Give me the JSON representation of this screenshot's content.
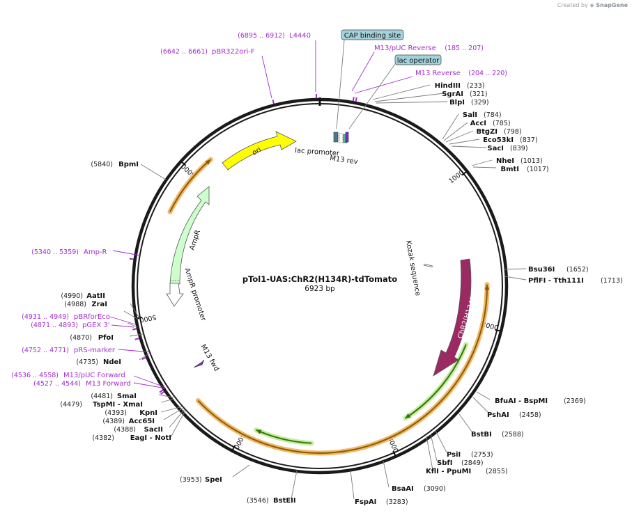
{
  "credit": {
    "prefix": "Created by",
    "brand": "SnapGene"
  },
  "plasmid": {
    "name": "pTol1-UAS:ChR2(H134R)-tdTomato",
    "size_label": "6923 bp",
    "length": 6923
  },
  "ticks": [
    "1000",
    "2000",
    "3000",
    "4000",
    "5000",
    "6000"
  ],
  "enzymes": [
    {
      "name": "HindIII",
      "pos": "(233)"
    },
    {
      "name": "SgrAI",
      "pos": "(321)"
    },
    {
      "name": "BlpI",
      "pos": "(329)"
    },
    {
      "name": "SalI",
      "pos": "(784)"
    },
    {
      "name": "AccI",
      "pos": "(785)"
    },
    {
      "name": "BtgZI",
      "pos": "(798)"
    },
    {
      "name": "Eco53kI",
      "pos": "(837)"
    },
    {
      "name": "SacI",
      "pos": "(839)"
    },
    {
      "name": "NheI",
      "pos": "(1013)"
    },
    {
      "name": "BmtI",
      "pos": "(1017)"
    },
    {
      "name": "Bsu36I",
      "pos": "(1652)"
    },
    {
      "name": "PflFI - Tth111I",
      "pos": "(1713)"
    },
    {
      "name": "BfuAI - BspMI",
      "pos": "(2369)"
    },
    {
      "name": "PshAI",
      "pos": "(2458)"
    },
    {
      "name": "BstBI",
      "pos": "(2588)"
    },
    {
      "name": "PsiI",
      "pos": "(2753)"
    },
    {
      "name": "SbfI",
      "pos": "(2849)"
    },
    {
      "name": "KflI - PpuMI",
      "pos": "(2855)"
    },
    {
      "name": "BsaAI",
      "pos": "(3090)"
    },
    {
      "name": "FspAI",
      "pos": "(3283)"
    },
    {
      "name": "BstEII",
      "pos": "(3546)"
    },
    {
      "name": "SpeI",
      "pos": "(3953)"
    },
    {
      "name": "EagI - NotI",
      "pos": "(4382)"
    },
    {
      "name": "SacII",
      "pos": "(4388)"
    },
    {
      "name": "Acc65I",
      "pos": "(4389)"
    },
    {
      "name": "KpnI",
      "pos": "(4393)"
    },
    {
      "name": "TspMI - XmaI",
      "pos": "(4479)"
    },
    {
      "name": "SmaI",
      "pos": "(4481)"
    },
    {
      "name": "NdeI",
      "pos": "(4735)"
    },
    {
      "name": "PfoI",
      "pos": "(4870)"
    },
    {
      "name": "ZraI",
      "pos": "(4988)"
    },
    {
      "name": "AatII",
      "pos": "(4990)"
    },
    {
      "name": "BpmI",
      "pos": "(5840)"
    }
  ],
  "primers": [
    {
      "name": "L4440",
      "range": "(6895 .. 6912)"
    },
    {
      "name": "pBR322ori-F",
      "range": "(6642 .. 6661)"
    },
    {
      "name": "M13/pUC Reverse",
      "range": "(185 .. 207)"
    },
    {
      "name": "M13 Reverse",
      "range": "(204 .. 220)"
    },
    {
      "name": "Amp-R",
      "range": "(5340 .. 5359)"
    },
    {
      "name": "pBRforEco",
      "range": "(4931 .. 4949)"
    },
    {
      "name": "pGEX 3'",
      "range": "(4871 .. 4893)"
    },
    {
      "name": "pRS-marker",
      "range": "(4752 .. 4771)"
    },
    {
      "name": "M13/pUC Forward",
      "range": "(4536 .. 4558)"
    },
    {
      "name": "M13 Forward",
      "range": "(4527 .. 4544)"
    }
  ],
  "boxed_features": [
    {
      "name": "CAP binding site"
    },
    {
      "name": "lac operator"
    }
  ],
  "features": {
    "ori": "ori",
    "ampr": "AmpR",
    "ampr_promoter": "AmpR promoter",
    "lac_promoter": "lac promoter",
    "m13_rev": "M13 rev",
    "m13_fwd": "M13 fwd",
    "kozak": "Kozak sequence",
    "chr2": "ChR2(H134R)"
  },
  "colors": {
    "backbone": "#1a1a1a",
    "primer": "#a32bd0",
    "ori": "#ffff00",
    "ampr": "#ccffcc",
    "chr2": "#9b2a63",
    "tdtomato_halo": "#f0b868",
    "tdtomato_core": "#8b5a00",
    "green_halo": "#c9e8a0",
    "green_core": "#2a7a00",
    "cap_box": "#a3d2db",
    "lac_box": "#a3d2db",
    "leader": "#7a7a7a"
  }
}
